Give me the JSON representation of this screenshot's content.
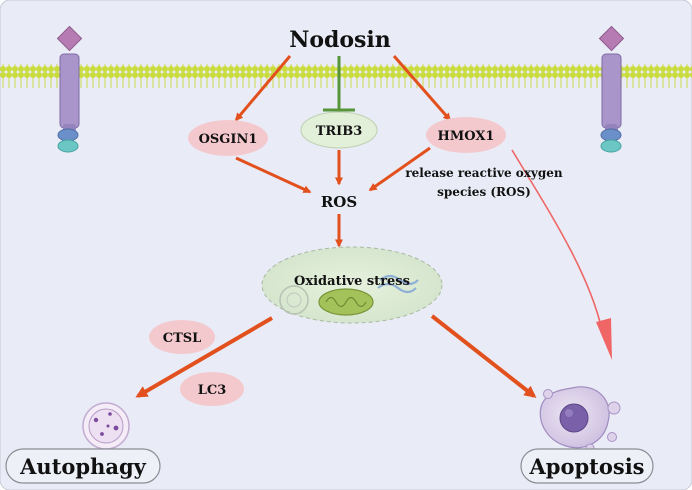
{
  "nodes": {
    "drug": "Nodosin",
    "osgin1": "OSGIN1",
    "trib3": "TRIB3",
    "hmox1": "HMOX1",
    "ros": "ROS",
    "oxidative_stress": "Oxidative stress",
    "ctsl": "CTSL",
    "lc3": "LC3",
    "autophagy": "Autophagy",
    "apoptosis": "Apoptosis"
  },
  "annotations": {
    "hmox1_line1": "release reactive oxygen",
    "hmox1_line2": "species (ROS)"
  },
  "colors": {
    "background": "#e9ebf6",
    "membrane": "#c9dc3c",
    "activation_arrow": "#e2501e",
    "inhibition_line": "#56953a",
    "apoptosis_arrow": "#f06666",
    "gene_pink": "#f3c9cd",
    "gene_green": "#e2efd9",
    "receptor": "#a995c9",
    "cap": "#b77bb3"
  },
  "edges": [
    {
      "from": "drug",
      "to": "osgin1",
      "type": "activation"
    },
    {
      "from": "drug",
      "to": "trib3",
      "type": "inhibition"
    },
    {
      "from": "drug",
      "to": "hmox1",
      "type": "activation"
    },
    {
      "from": "osgin1",
      "to": "ros",
      "type": "activation"
    },
    {
      "from": "trib3",
      "to": "ros",
      "type": "activation"
    },
    {
      "from": "hmox1",
      "to": "ros",
      "type": "activation"
    },
    {
      "from": "ros",
      "to": "oxidative_stress",
      "type": "activation"
    },
    {
      "from": "oxidative_stress",
      "to": "autophagy",
      "type": "activation"
    },
    {
      "from": "oxidative_stress",
      "to": "apoptosis",
      "type": "activation"
    },
    {
      "from": "hmox1",
      "to": "apoptosis",
      "type": "activation"
    }
  ]
}
